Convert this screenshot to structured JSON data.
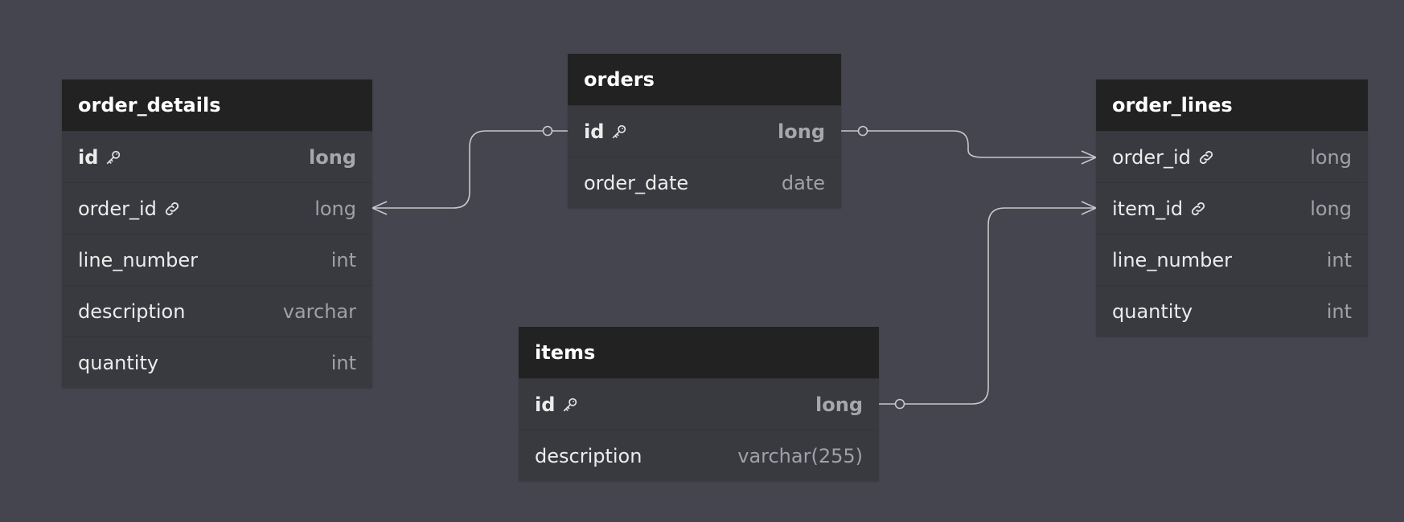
{
  "entities": {
    "order_details": {
      "name": "order_details",
      "columns": [
        {
          "name": "id",
          "type": "long",
          "pk": true,
          "icon": "key-icon"
        },
        {
          "name": "order_id",
          "type": "long",
          "pk": false,
          "icon": "link-icon"
        },
        {
          "name": "line_number",
          "type": "int",
          "pk": false
        },
        {
          "name": "description",
          "type": "varchar",
          "pk": false
        },
        {
          "name": "quantity",
          "type": "int",
          "pk": false
        }
      ]
    },
    "orders": {
      "name": "orders",
      "columns": [
        {
          "name": "id",
          "type": "long",
          "pk": true,
          "icon": "key-icon"
        },
        {
          "name": "order_date",
          "type": "date",
          "pk": false
        }
      ]
    },
    "order_lines": {
      "name": "order_lines",
      "columns": [
        {
          "name": "order_id",
          "type": "long",
          "pk": false,
          "icon": "link-icon"
        },
        {
          "name": "item_id",
          "type": "long",
          "pk": false,
          "icon": "link-icon"
        },
        {
          "name": "line_number",
          "type": "int",
          "pk": false
        },
        {
          "name": "quantity",
          "type": "int",
          "pk": false
        }
      ]
    },
    "items": {
      "name": "items",
      "columns": [
        {
          "name": "id",
          "type": "long",
          "pk": true,
          "icon": "key-icon"
        },
        {
          "name": "description",
          "type": "varchar(255)",
          "pk": false
        }
      ]
    }
  },
  "relationships": [
    {
      "from": "order_details.order_id",
      "to": "orders.id",
      "from_cardinality": "many",
      "to_cardinality": "zero-or-one"
    },
    {
      "from": "order_lines.order_id",
      "to": "orders.id",
      "from_cardinality": "many",
      "to_cardinality": "zero-or-one"
    },
    {
      "from": "order_lines.item_id",
      "to": "items.id",
      "from_cardinality": "many",
      "to_cardinality": "zero-or-one"
    }
  ],
  "colors": {
    "background": "#45454f",
    "header": "#222222",
    "body": "#393940",
    "connector": "#c8c8cc"
  }
}
